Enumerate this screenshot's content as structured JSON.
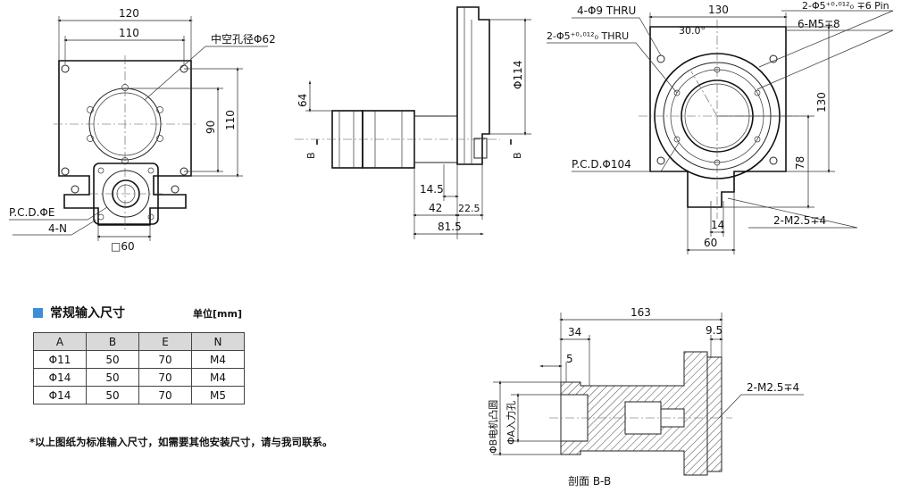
{
  "front_view": {
    "width_outer": "120",
    "width_inner": "110",
    "hollow_hole": "中空孔径Φ62",
    "height_90": "90",
    "height_110": "110",
    "pcd_e": "P.C.D.ΦE",
    "holes_n": "4-N",
    "square_60": "□60"
  },
  "side_view": {
    "dim_64": "64",
    "dia_114": "Φ114",
    "dim_14_5": "14.5",
    "dim_42": "42",
    "dim_22_5": "22.5",
    "dim_81_5": "81.5",
    "section_b_left": "B",
    "section_b_right": "B"
  },
  "right_view": {
    "thru_4": "4-Φ9 THRU",
    "width_130": "130",
    "pin_2": "2-Φ5⁺⁰·⁰¹²₀ ∓6 Pin",
    "thru_2": "2-Φ5⁺⁰·⁰¹²₀ THRU",
    "angle_30": "30.0°",
    "m5_6": "6-M5∓8",
    "height_130": "130",
    "height_78": "78",
    "pcd_104": "P.C.D.Φ104",
    "m25_2": "2-M2.5∓4",
    "dim_14": "14",
    "dim_60": "60"
  },
  "section_view": {
    "dim_163": "163",
    "dim_34": "34",
    "dim_9_5": "9.5",
    "dim_5": "5",
    "m25_2": "2-M2.5∓4",
    "dia_b": "ΦB电机凸圆",
    "dia_a": "ΦA入力孔",
    "caption": "剖面 B-B"
  },
  "spec": {
    "title": "常规输入尺寸",
    "unit": "单位[mm]",
    "headers": [
      "A",
      "B",
      "E",
      "N"
    ],
    "rows": [
      [
        "Φ11",
        "50",
        "70",
        "M4"
      ],
      [
        "Φ14",
        "50",
        "70",
        "M4"
      ],
      [
        "Φ14",
        "50",
        "70",
        "M5"
      ]
    ],
    "footnote": "*以上图纸为标准输入尺寸，如需要其他安装尺寸，请与我司联系。"
  }
}
